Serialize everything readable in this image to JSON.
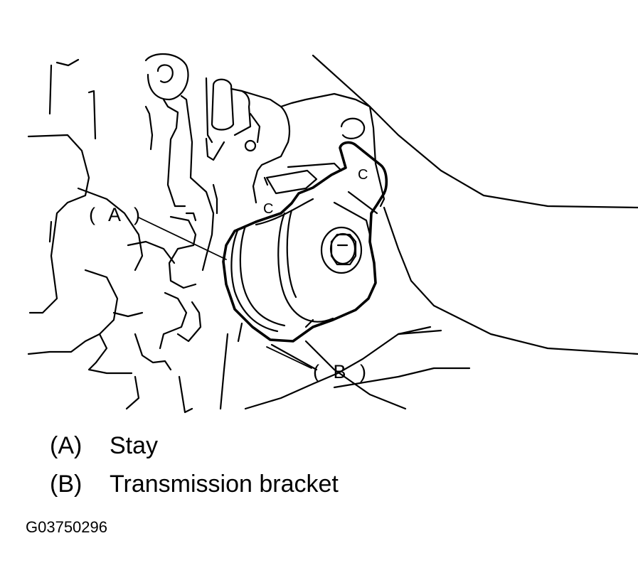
{
  "callouts": {
    "a": "( A )",
    "b": "( B )"
  },
  "legend": [
    {
      "key": "(A)",
      "text": "Stay"
    },
    {
      "key": "(B)",
      "text": "Transmission bracket"
    }
  ],
  "parts": {
    "stay_mark": "C",
    "bracket_mark": "C"
  },
  "figure_id": "G03750296",
  "colors": {
    "line": "#000000",
    "background": "#ffffff"
  }
}
